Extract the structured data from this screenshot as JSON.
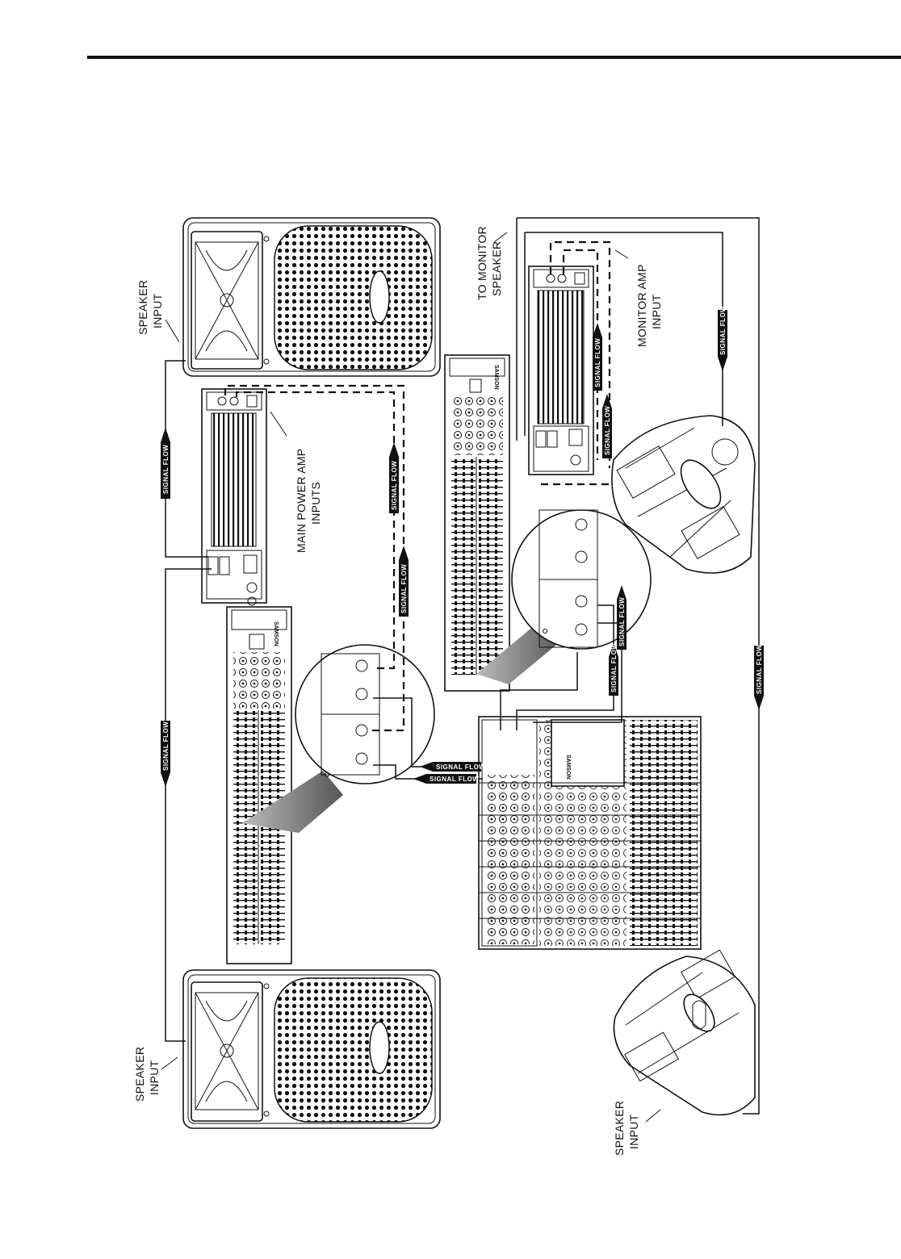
{
  "callouts": {
    "speaker_input_top": [
      "SPEAKER",
      "INPUT"
    ],
    "speaker_input_bottom": [
      "SPEAKER",
      "INPUT"
    ],
    "speaker_input_monitor": [
      "SPEAKER",
      "INPUT"
    ],
    "main_power_amp_inputs": [
      "MAIN POWER AMP",
      "INPUTS"
    ],
    "to_monitor_speaker": [
      "TO MONITOR",
      "SPEAKER"
    ],
    "monitor_amp_input": [
      "MONITOR AMP",
      "INPUT"
    ]
  },
  "signal_flow_label": "SIGNAL FLOW",
  "brand_label": "SAMSON",
  "colors": {
    "ink": "#111111",
    "paper": "#ffffff",
    "shade": "#888888"
  }
}
